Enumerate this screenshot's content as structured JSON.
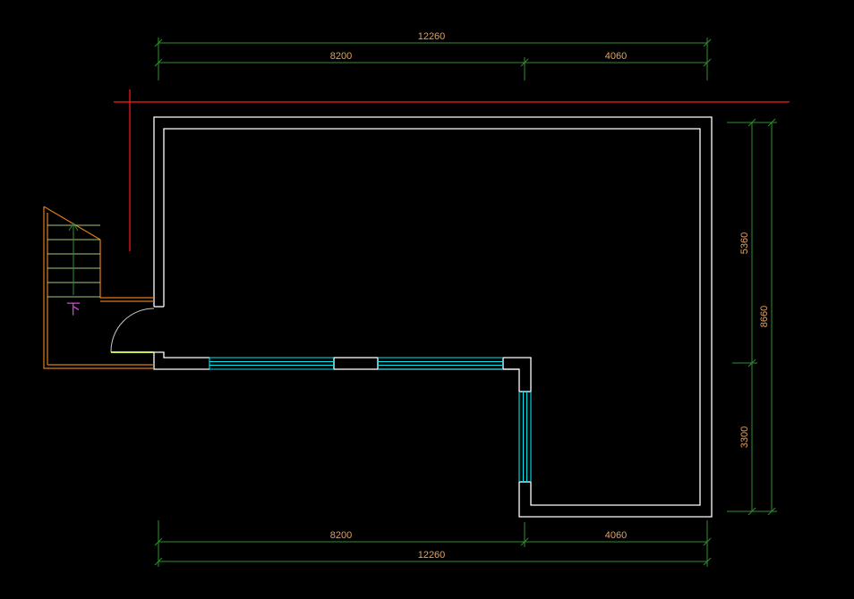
{
  "colors": {
    "background": "#000000",
    "wall": "#ffffff",
    "window": "#00e5ee",
    "dimension_line": "#2f8f2f",
    "dimension_text": "#e0a060",
    "axis_red": "#ff1a1a",
    "stair": "#e07a1a",
    "stair_label": "#e040e0",
    "door_swing": "#c8c8c8",
    "door_leaf": "#c8f04a"
  },
  "dimensions": {
    "top_total": "12260",
    "top_left": "8200",
    "top_right": "4060",
    "bottom_left": "8200",
    "bottom_right": "4060",
    "bottom_total": "12260",
    "right_upper": "5360",
    "right_lower": "3300",
    "right_total": "8660"
  },
  "stair": {
    "label": "下"
  }
}
